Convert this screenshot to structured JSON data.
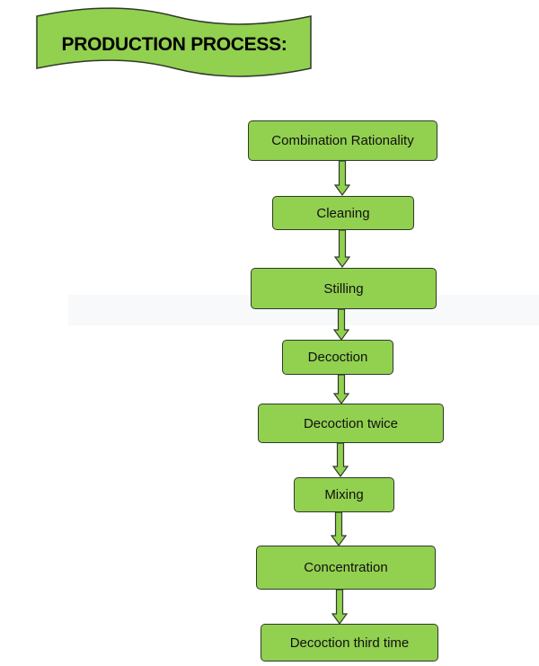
{
  "title": "PRODUCTION PROCESS:",
  "colors": {
    "box_fill": "#92d050",
    "box_border": "#2f3a2a",
    "arrow_fill": "#92d050"
  },
  "steps": [
    {
      "label": "Combination Rationality"
    },
    {
      "label": "Cleaning"
    },
    {
      "label": "Stilling"
    },
    {
      "label": "Decoction"
    },
    {
      "label": "Decoction twice"
    },
    {
      "label": "Mixing"
    },
    {
      "label": "Concentration"
    },
    {
      "label": "Decoction third time"
    }
  ]
}
